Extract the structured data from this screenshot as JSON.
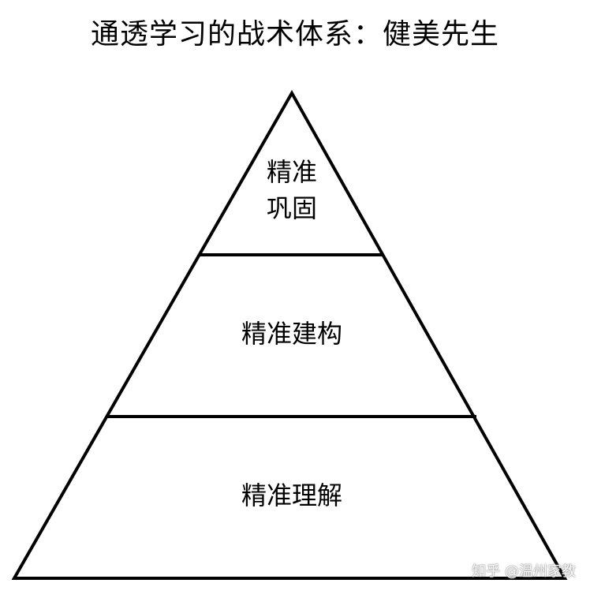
{
  "title": "通透学习的战术体系：健美先生",
  "levels": [
    {
      "line1": "精准",
      "line2": "巩固"
    },
    {
      "label": "精准建构"
    },
    {
      "label": "精准理解"
    }
  ],
  "watermark": "知乎 @温州家教"
}
